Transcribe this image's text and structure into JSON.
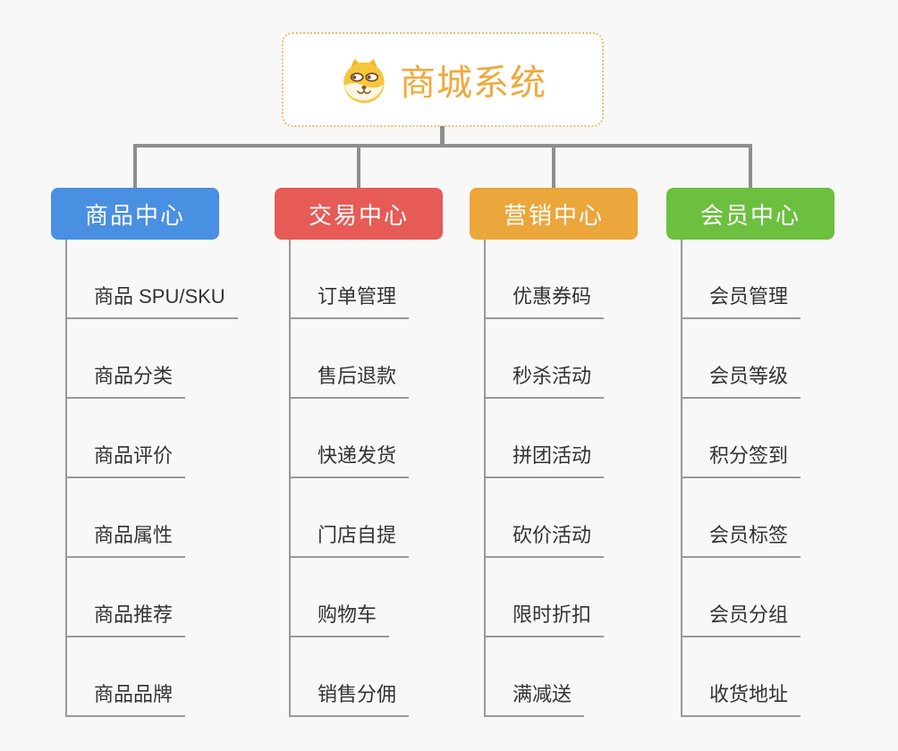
{
  "root": {
    "title": "商城系统",
    "title_color": "#f0a93c",
    "icon": "shiba-dog-icon"
  },
  "colors": {
    "root_border": "#f2bb6b",
    "connector": "#8e8e8e",
    "child_line": "#999999",
    "child_text": "#333333",
    "background": "#f8f8f8"
  },
  "branches": [
    {
      "key": "product-center",
      "label": "商品中心",
      "color": "#4a90e2",
      "children": [
        "商品 SPU/SKU",
        "商品分类",
        "商品评价",
        "商品属性",
        "商品推荐",
        "商品品牌"
      ]
    },
    {
      "key": "trade-center",
      "label": "交易中心",
      "color": "#e65b55",
      "children": [
        "订单管理",
        "售后退款",
        "快递发货",
        "门店自提",
        "购物车",
        "销售分佣"
      ]
    },
    {
      "key": "marketing-center",
      "label": "营销中心",
      "color": "#eba63c",
      "children": [
        "优惠券码",
        "秒杀活动",
        "拼团活动",
        "砍价活动",
        "限时折扣",
        "满减送"
      ]
    },
    {
      "key": "member-center",
      "label": "会员中心",
      "color": "#6dbf40",
      "children": [
        "会员管理",
        "会员等级",
        "积分签到",
        "会员标签",
        "会员分组",
        "收货地址"
      ]
    }
  ]
}
